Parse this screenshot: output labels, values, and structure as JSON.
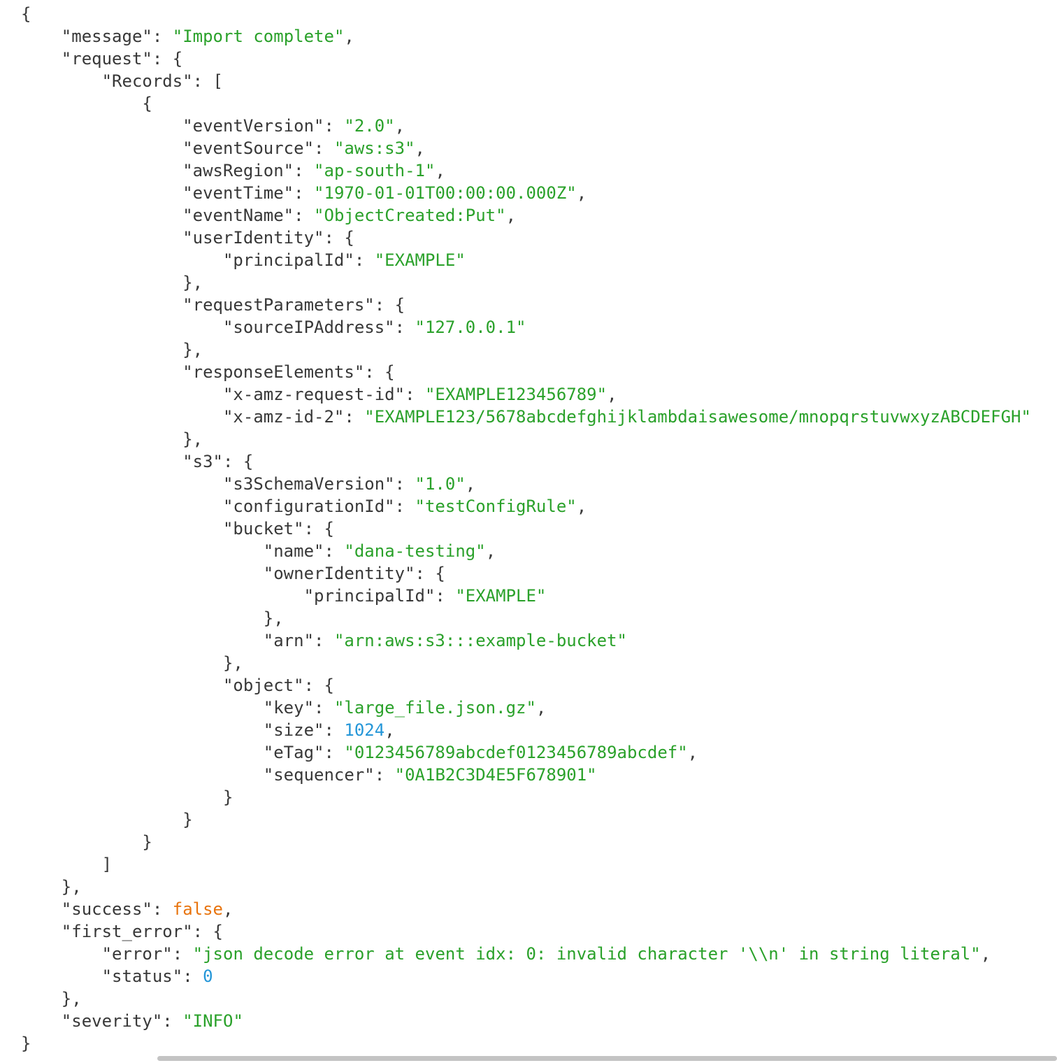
{
  "colors": {
    "background": "#ffffff",
    "key": "#383838",
    "punctuation": "#383838",
    "string": "#2aa12a",
    "number": "#2496d8",
    "boolean": "#e8740e",
    "scrollbar": "#c4c4c4"
  },
  "code": {
    "language": "json",
    "lines": [
      {
        "i": 0,
        "t": [
          [
            "p",
            "{"
          ]
        ]
      },
      {
        "i": 1,
        "t": [
          [
            "k",
            "\"message\""
          ],
          [
            "p",
            ": "
          ],
          [
            "s",
            "\"Import complete\""
          ],
          [
            "p",
            ","
          ]
        ]
      },
      {
        "i": 1,
        "t": [
          [
            "k",
            "\"request\""
          ],
          [
            "p",
            ": {"
          ]
        ]
      },
      {
        "i": 2,
        "t": [
          [
            "k",
            "\"Records\""
          ],
          [
            "p",
            ": ["
          ]
        ]
      },
      {
        "i": 3,
        "t": [
          [
            "p",
            "{"
          ]
        ]
      },
      {
        "i": 4,
        "t": [
          [
            "k",
            "\"eventVersion\""
          ],
          [
            "p",
            ": "
          ],
          [
            "s",
            "\"2.0\""
          ],
          [
            "p",
            ","
          ]
        ]
      },
      {
        "i": 4,
        "t": [
          [
            "k",
            "\"eventSource\""
          ],
          [
            "p",
            ": "
          ],
          [
            "s",
            "\"aws:s3\""
          ],
          [
            "p",
            ","
          ]
        ]
      },
      {
        "i": 4,
        "t": [
          [
            "k",
            "\"awsRegion\""
          ],
          [
            "p",
            ": "
          ],
          [
            "s",
            "\"ap-south-1\""
          ],
          [
            "p",
            ","
          ]
        ]
      },
      {
        "i": 4,
        "t": [
          [
            "k",
            "\"eventTime\""
          ],
          [
            "p",
            ": "
          ],
          [
            "s",
            "\"1970-01-01T00:00:00.000Z\""
          ],
          [
            "p",
            ","
          ]
        ]
      },
      {
        "i": 4,
        "t": [
          [
            "k",
            "\"eventName\""
          ],
          [
            "p",
            ": "
          ],
          [
            "s",
            "\"ObjectCreated:Put\""
          ],
          [
            "p",
            ","
          ]
        ]
      },
      {
        "i": 4,
        "t": [
          [
            "k",
            "\"userIdentity\""
          ],
          [
            "p",
            ": {"
          ]
        ]
      },
      {
        "i": 5,
        "t": [
          [
            "k",
            "\"principalId\""
          ],
          [
            "p",
            ": "
          ],
          [
            "s",
            "\"EXAMPLE\""
          ]
        ]
      },
      {
        "i": 4,
        "t": [
          [
            "p",
            "},"
          ]
        ]
      },
      {
        "i": 4,
        "t": [
          [
            "k",
            "\"requestParameters\""
          ],
          [
            "p",
            ": {"
          ]
        ]
      },
      {
        "i": 5,
        "t": [
          [
            "k",
            "\"sourceIPAddress\""
          ],
          [
            "p",
            ": "
          ],
          [
            "s",
            "\"127.0.0.1\""
          ]
        ]
      },
      {
        "i": 4,
        "t": [
          [
            "p",
            "},"
          ]
        ]
      },
      {
        "i": 4,
        "t": [
          [
            "k",
            "\"responseElements\""
          ],
          [
            "p",
            ": {"
          ]
        ]
      },
      {
        "i": 5,
        "t": [
          [
            "k",
            "\"x-amz-request-id\""
          ],
          [
            "p",
            ": "
          ],
          [
            "s",
            "\"EXAMPLE123456789\""
          ],
          [
            "p",
            ","
          ]
        ]
      },
      {
        "i": 5,
        "t": [
          [
            "k",
            "\"x-amz-id-2\""
          ],
          [
            "p",
            ": "
          ],
          [
            "s",
            "\"EXAMPLE123/5678abcdefghijklambdaisawesome/mnopqrstuvwxyzABCDEFGH\""
          ]
        ]
      },
      {
        "i": 4,
        "t": [
          [
            "p",
            "},"
          ]
        ]
      },
      {
        "i": 4,
        "t": [
          [
            "k",
            "\"s3\""
          ],
          [
            "p",
            ": {"
          ]
        ]
      },
      {
        "i": 5,
        "t": [
          [
            "k",
            "\"s3SchemaVersion\""
          ],
          [
            "p",
            ": "
          ],
          [
            "s",
            "\"1.0\""
          ],
          [
            "p",
            ","
          ]
        ]
      },
      {
        "i": 5,
        "t": [
          [
            "k",
            "\"configurationId\""
          ],
          [
            "p",
            ": "
          ],
          [
            "s",
            "\"testConfigRule\""
          ],
          [
            "p",
            ","
          ]
        ]
      },
      {
        "i": 5,
        "t": [
          [
            "k",
            "\"bucket\""
          ],
          [
            "p",
            ": {"
          ]
        ]
      },
      {
        "i": 6,
        "t": [
          [
            "k",
            "\"name\""
          ],
          [
            "p",
            ": "
          ],
          [
            "s",
            "\"dana-testing\""
          ],
          [
            "p",
            ","
          ]
        ]
      },
      {
        "i": 6,
        "t": [
          [
            "k",
            "\"ownerIdentity\""
          ],
          [
            "p",
            ": {"
          ]
        ]
      },
      {
        "i": 7,
        "t": [
          [
            "k",
            "\"principalId\""
          ],
          [
            "p",
            ": "
          ],
          [
            "s",
            "\"EXAMPLE\""
          ]
        ]
      },
      {
        "i": 6,
        "t": [
          [
            "p",
            "},"
          ]
        ]
      },
      {
        "i": 6,
        "t": [
          [
            "k",
            "\"arn\""
          ],
          [
            "p",
            ": "
          ],
          [
            "s",
            "\"arn:aws:s3:::example-bucket\""
          ]
        ]
      },
      {
        "i": 5,
        "t": [
          [
            "p",
            "},"
          ]
        ]
      },
      {
        "i": 5,
        "t": [
          [
            "k",
            "\"object\""
          ],
          [
            "p",
            ": {"
          ]
        ]
      },
      {
        "i": 6,
        "t": [
          [
            "k",
            "\"key\""
          ],
          [
            "p",
            ": "
          ],
          [
            "s",
            "\"large_file.json.gz\""
          ],
          [
            "p",
            ","
          ]
        ]
      },
      {
        "i": 6,
        "t": [
          [
            "k",
            "\"size\""
          ],
          [
            "p",
            ": "
          ],
          [
            "n",
            "1024"
          ],
          [
            "p",
            ","
          ]
        ]
      },
      {
        "i": 6,
        "t": [
          [
            "k",
            "\"eTag\""
          ],
          [
            "p",
            ": "
          ],
          [
            "s",
            "\"0123456789abcdef0123456789abcdef\""
          ],
          [
            "p",
            ","
          ]
        ]
      },
      {
        "i": 6,
        "t": [
          [
            "k",
            "\"sequencer\""
          ],
          [
            "p",
            ": "
          ],
          [
            "s",
            "\"0A1B2C3D4E5F678901\""
          ]
        ]
      },
      {
        "i": 5,
        "t": [
          [
            "p",
            "}"
          ]
        ]
      },
      {
        "i": 4,
        "t": [
          [
            "p",
            "}"
          ]
        ]
      },
      {
        "i": 3,
        "t": [
          [
            "p",
            "}"
          ]
        ]
      },
      {
        "i": 2,
        "t": [
          [
            "p",
            "]"
          ]
        ]
      },
      {
        "i": 1,
        "t": [
          [
            "p",
            "},"
          ]
        ]
      },
      {
        "i": 1,
        "t": [
          [
            "k",
            "\"success\""
          ],
          [
            "p",
            ": "
          ],
          [
            "b",
            "false"
          ],
          [
            "p",
            ","
          ]
        ]
      },
      {
        "i": 1,
        "t": [
          [
            "k",
            "\"first_error\""
          ],
          [
            "p",
            ": {"
          ]
        ]
      },
      {
        "i": 2,
        "t": [
          [
            "k",
            "\"error\""
          ],
          [
            "p",
            ": "
          ],
          [
            "s",
            "\"json decode error at event idx: 0: invalid character '\\\\n' in string literal\""
          ],
          [
            "p",
            ","
          ]
        ]
      },
      {
        "i": 2,
        "t": [
          [
            "k",
            "\"status\""
          ],
          [
            "p",
            ": "
          ],
          [
            "n",
            "0"
          ]
        ]
      },
      {
        "i": 1,
        "t": [
          [
            "p",
            "},"
          ]
        ]
      },
      {
        "i": 1,
        "t": [
          [
            "k",
            "\"severity\""
          ],
          [
            "p",
            ": "
          ],
          [
            "s",
            "\"INFO\""
          ]
        ]
      },
      {
        "i": 0,
        "t": [
          [
            "p",
            "}"
          ]
        ]
      }
    ]
  }
}
